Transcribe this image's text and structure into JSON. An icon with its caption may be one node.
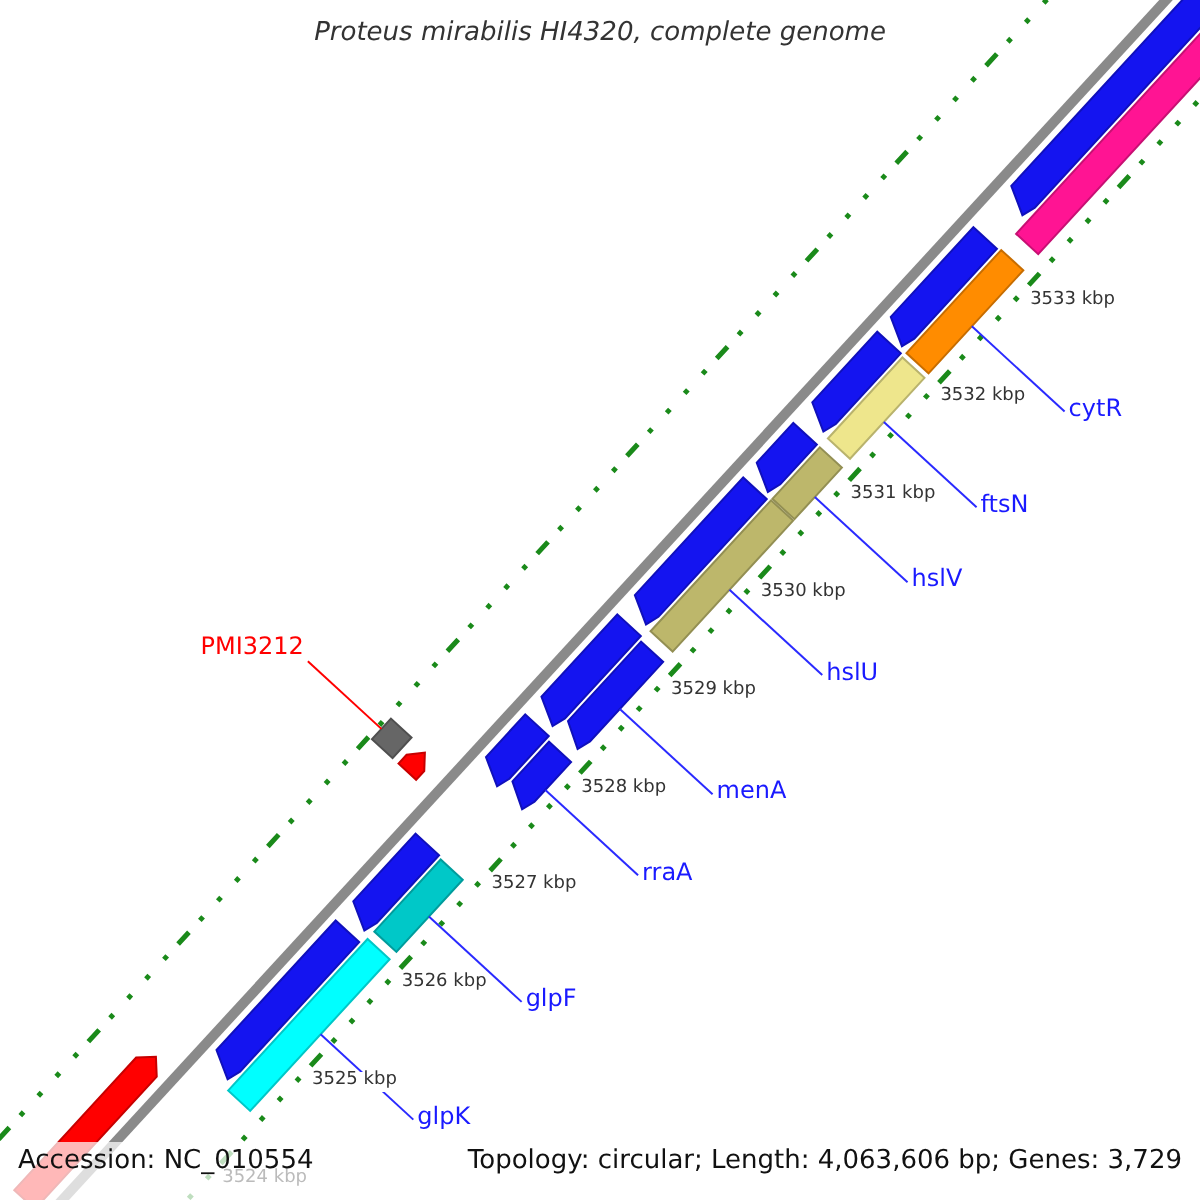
{
  "diagram": {
    "title": "Proteus mirabilis HI4320, complete genome",
    "nodes": [
      {
        "text": [
          "PMI3212"
        ]
      },
      {
        "text": [],
        "shape": "diamond"
      },
      {
        "text": [],
        "shape": "arrow"
      },
      {
        "text": [],
        "shape": "arrow"
      },
      {
        "text": [],
        "shape": "arrow"
      },
      {
        "text": [],
        "shape": "arrow"
      },
      {
        "text": [],
        "shape": "arrow"
      },
      {
        "text": [],
        "shape": "arrow"
      },
      {
        "text": [],
        "shape": "arrow"
      },
      {
        "text": [],
        "shape": "arrow"
      },
      {
        "text": [],
        "shape": "arrow"
      },
      {
        "text": [],
        "shape": "arrow"
      },
      {
        "text": [],
        "shape": "arrow"
      },
      {
        "text": [],
        "shape": "bar"
      },
      {
        "text": [],
        "shape": "bar"
      },
      {
        "text": [],
        "shape": "arrow"
      },
      {
        "text": [],
        "shape": "arrow"
      },
      {
        "text": [],
        "shape": "bar"
      },
      {
        "text": [],
        "shape": "bar"
      },
      {
        "text": [],
        "shape": "bar"
      },
      {
        "text": [],
        "shape": "bar"
      },
      {
        "text": [],
        "shape": "bar"
      },
      {
        "text": [
          "glpK"
        ]
      },
      {
        "text": [
          "glpF"
        ]
      },
      {
        "text": [
          "rraA"
        ]
      },
      {
        "text": [
          "menA"
        ]
      },
      {
        "text": [
          "hslU"
        ]
      },
      {
        "text": [
          "hslV"
        ]
      },
      {
        "text": [
          "ftsN"
        ]
      },
      {
        "text": [
          "cytR"
        ]
      }
    ],
    "edges": [
      {
        "from": 0,
        "to": 1,
        "arrow": "none",
        "color": "#ff0000"
      },
      {
        "from": 22,
        "to": 13,
        "arrow": "none"
      },
      {
        "from": 23,
        "to": 14,
        "arrow": "none"
      },
      {
        "from": 24,
        "to": 15,
        "arrow": "none"
      },
      {
        "from": 25,
        "to": 16,
        "arrow": "none"
      },
      {
        "from": 26,
        "to": 17,
        "arrow": "none"
      },
      {
        "from": 27,
        "to": 18,
        "arrow": "none"
      },
      {
        "from": 28,
        "to": 19,
        "arrow": "none"
      },
      {
        "from": 29,
        "to": 20,
        "arrow": "none"
      }
    ],
    "labels": [
      "3533 kbp",
      "3532 kbp",
      "3531 kbp",
      "3530 kbp",
      "3529 kbp",
      "3528 kbp",
      "3527 kbp",
      "3526 kbp",
      "3525 kbp",
      "3524 kbp",
      "Accession: NC_010554",
      "Topology: circular; Length: 4,063,606 bp; Genes: 3,729"
    ]
  }
}
